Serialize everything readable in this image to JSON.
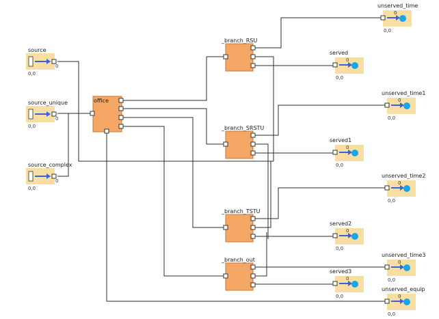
{
  "colors": {
    "block_fill": "#f5a865",
    "block_stroke": "#c7773a",
    "io_fill": "#f7dfa3",
    "arrow": "#3a5fe0",
    "drop": "#1aa6e6",
    "wire": "#2b2b2b"
  },
  "sources": [
    {
      "name": "source",
      "value": "0,0",
      "port": "0"
    },
    {
      "name": "source_unique",
      "value": "0,0",
      "port": "0"
    },
    {
      "name": "source_complex",
      "value": "0,0",
      "port": "0"
    }
  ],
  "office": {
    "name": "office"
  },
  "branches": [
    {
      "name": "_branch_RSU"
    },
    {
      "name": "_branch_SRSTU"
    },
    {
      "name": "_branch_TSTU"
    },
    {
      "name": "_branch_out"
    }
  ],
  "sinks": [
    {
      "name": "unserved_time",
      "value": "0,0",
      "count": "0"
    },
    {
      "name": "served",
      "value": "0,0",
      "count": "0"
    },
    {
      "name": "unserved_time1",
      "value": "0,0",
      "count": "0"
    },
    {
      "name": "served1",
      "value": "0,0",
      "count": "0"
    },
    {
      "name": "unserved_time2",
      "value": "0,0",
      "count": "0"
    },
    {
      "name": "served2",
      "value": "0,0",
      "count": "0"
    },
    {
      "name": "unserved_time3",
      "value": "0,0",
      "count": "0"
    },
    {
      "name": "served3",
      "value": "0,0",
      "count": "0"
    },
    {
      "name": "unserved_equip",
      "value": "0,0",
      "count": "0"
    }
  ]
}
